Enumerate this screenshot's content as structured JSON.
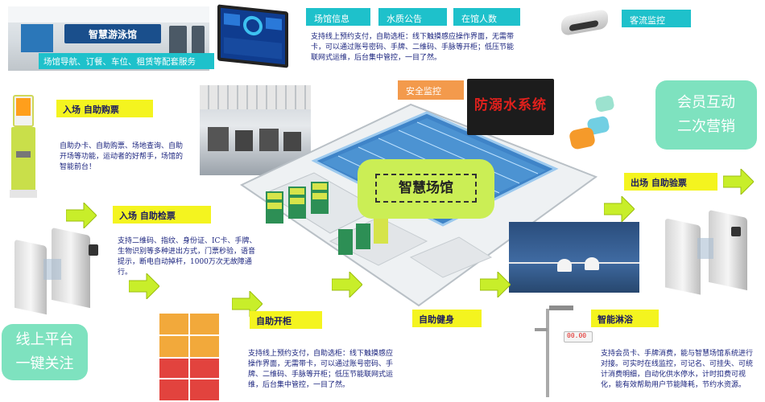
{
  "top": {
    "lobby_caption": "场馆导航、订餐、车位、租赁等配套服务",
    "lobby_sign": "智慧游泳馆",
    "tabs": [
      "场馆信息",
      "水质公告",
      "在馆人数"
    ],
    "tabs_desc": "支持线上预约支付，自助选柜：线下触摸感应操作界面，无需带卡，可以通过账号密码、手牌、二维码、手脉等开柜；低压节能联网式运维，后台集中管控，一目了然。",
    "camera_tag": "客流监控"
  },
  "left": {
    "ticket_label": "入场 自助购票",
    "ticket_desc": "自助办卡、自助购票、场地查询、自助开场等功能，运动者的好帮手，场馆的智能前台！",
    "check_label": "入场 自助检票",
    "check_desc": "支持二维码、指纹、身份证、IC卡、手牌、生物识别等多种进出方式，门票秒验，语音提示，断电自动掉杆，1000万次无故障通行。",
    "online_box": "线上平台\n一键关注"
  },
  "center": {
    "security_tag": "安全监控",
    "led_text": "防溺水系统",
    "main_label": "智慧场馆",
    "locker_label": "自助开柜",
    "locker_desc": "支持线上预约支付，自助选柜：线下触摸感应操作界面，无需带卡，可以通过账号密码、手牌、二维码、手脉等开柜；低压节能联网式运维，后台集中管控，一目了然。",
    "fitness_label": "自助健身"
  },
  "right": {
    "member_box": "会员互动\n二次营销",
    "exit_label": "出场 自助验票",
    "shower_label": "智能淋浴",
    "shower_desc": "支持会员卡、手牌消费，能与智慧场馆系统进行对接。可实时在线监控，可记名、可挂失、可统计消费明细，自动化供水停水，计时扣费可视化，能有效帮助用户节能降耗，节约水资源。",
    "meter_text": "00.00"
  },
  "colors": {
    "yellow": "#f4f41f",
    "cyan": "#1ec1cb",
    "mint": "#7ee2bf",
    "arrow": "#c8ee2a",
    "led_red": "#e0201c"
  }
}
